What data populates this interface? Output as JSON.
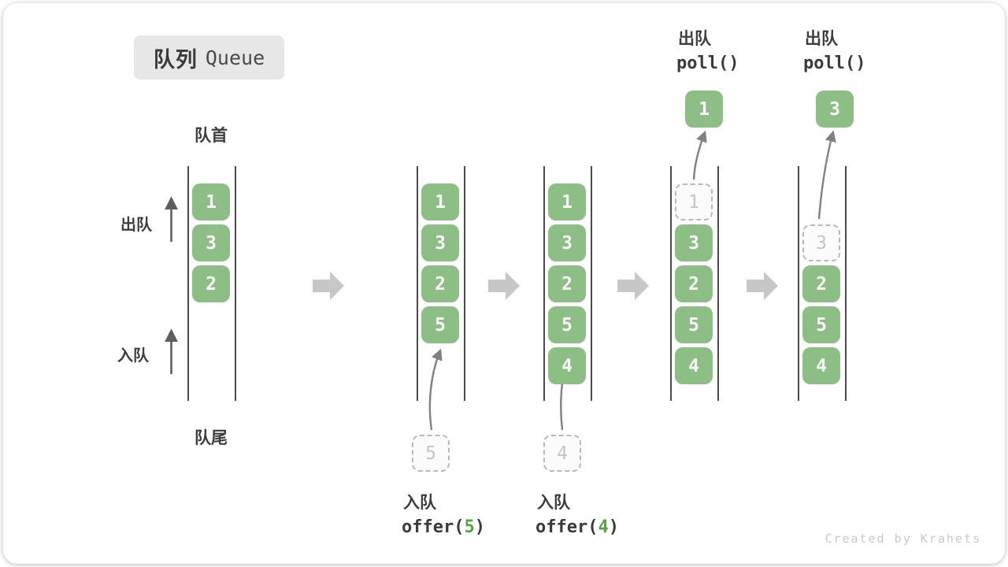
{
  "title": {
    "zh": "队列",
    "en": "Queue"
  },
  "side_labels": {
    "front": "队首",
    "rear": "队尾",
    "dequeue": "出队",
    "enqueue": "入队"
  },
  "states": [
    {
      "blocks": [
        "1",
        "3",
        "2"
      ]
    },
    {
      "blocks": [
        "1",
        "3",
        "2",
        "5"
      ],
      "incoming": "5"
    },
    {
      "blocks": [
        "1",
        "3",
        "2",
        "5",
        "4"
      ],
      "incoming": "4"
    },
    {
      "blocks": [
        "3",
        "2",
        "5",
        "4"
      ],
      "ghost": "1",
      "popped": "1"
    },
    {
      "blocks": [
        "2",
        "5",
        "4"
      ],
      "ghost": "3",
      "popped": "3"
    }
  ],
  "operations": {
    "enqueue5": {
      "zh": "入队",
      "code_prefix": "offer(",
      "arg": "5",
      "code_suffix": ")"
    },
    "enqueue4": {
      "zh": "入队",
      "code_prefix": "offer(",
      "arg": "4",
      "code_suffix": ")"
    },
    "poll1": {
      "zh": "出队",
      "code": "poll()"
    },
    "poll2": {
      "zh": "出队",
      "code": "poll()"
    }
  },
  "watermark": "Created by Krahets",
  "colors": {
    "block_green": "#8dbe85",
    "code_arg_green": "#5ba047"
  }
}
